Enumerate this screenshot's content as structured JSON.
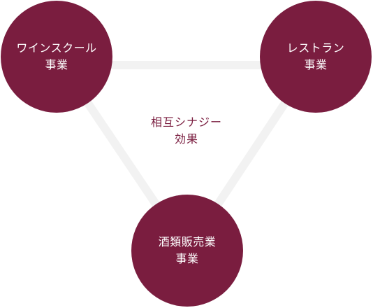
{
  "diagram": {
    "center": {
      "line1": "相互シナジー",
      "line2": "効果"
    },
    "nodes": {
      "wine_school": {
        "line1": "ワインスクール",
        "line2": "事業"
      },
      "restaurant": {
        "line1": "レストラン",
        "line2": "事業"
      },
      "liquor_sales": {
        "line1": "酒類販売業",
        "line2": "事業"
      }
    },
    "colors": {
      "node_fill": "#7a1d3f",
      "node_text": "#ffffff",
      "center_text": "#7a1d3f",
      "connector": "#f2f2f2"
    }
  }
}
